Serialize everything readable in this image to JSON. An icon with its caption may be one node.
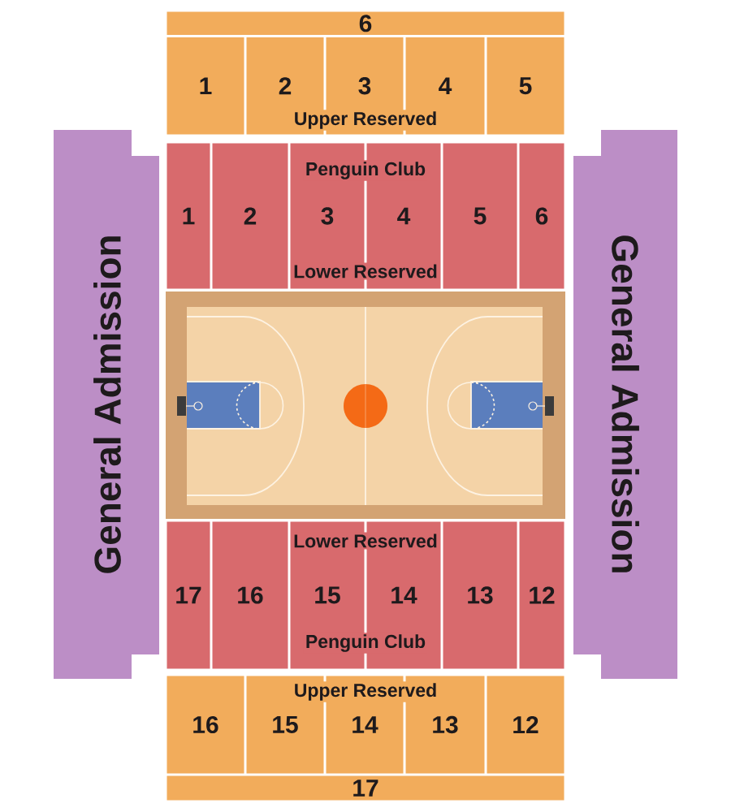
{
  "diagram": {
    "nodes": [
      {
        "text": [
          "6"
        ]
      },
      {
        "text": [
          "1"
        ]
      },
      {
        "text": [
          "2"
        ]
      },
      {
        "text": [
          "3"
        ]
      },
      {
        "text": [
          "4"
        ]
      },
      {
        "text": [
          "5"
        ]
      },
      {
        "text": [
          "1"
        ]
      },
      {
        "text": [
          "2"
        ]
      },
      {
        "text": [
          "3"
        ]
      },
      {
        "text": [
          "4"
        ]
      },
      {
        "text": [
          "5"
        ]
      },
      {
        "text": [
          "6"
        ]
      },
      {
        "text": [
          "17"
        ]
      },
      {
        "text": [
          "16"
        ]
      },
      {
        "text": [
          "15"
        ]
      },
      {
        "text": [
          "14"
        ]
      },
      {
        "text": [
          "13"
        ]
      },
      {
        "text": [
          "12"
        ]
      },
      {
        "text": [
          "16"
        ]
      },
      {
        "text": [
          "15"
        ]
      },
      {
        "text": [
          "14"
        ]
      },
      {
        "text": [
          "13"
        ]
      },
      {
        "text": [
          "12"
        ]
      },
      {
        "text": [
          "17"
        ]
      },
      {
        "text": [
          "General Admission"
        ]
      },
      {
        "text": [
          "General Admission"
        ]
      }
    ],
    "labels": [
      "Upper Reserved",
      "Penguin Club",
      "Lower Reserved",
      "Lower Reserved",
      "Penguin Club",
      "Upper Reserved"
    ]
  }
}
